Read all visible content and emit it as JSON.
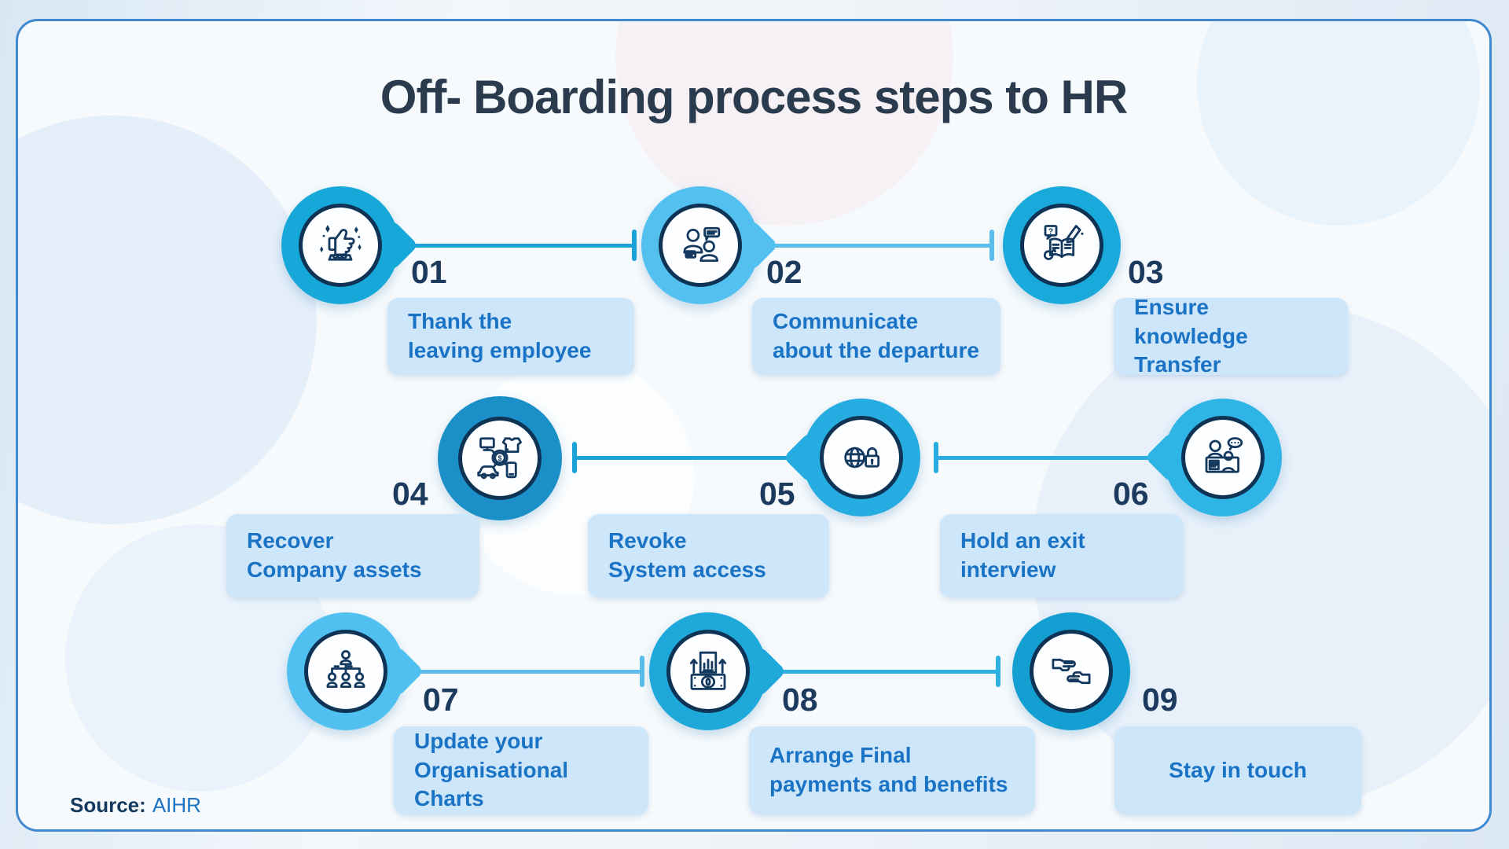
{
  "title": "Off- Boarding process steps to HR",
  "source": {
    "label": "Source:",
    "value": "AIHR"
  },
  "colors": {
    "card_border": "#4189cf",
    "box_bg": "#cde6fa",
    "box_text": "#1a73c4",
    "number_text": "#1b3a5e",
    "title_text": "#2a3b4d",
    "icon_stroke": "#14395f"
  },
  "steps": [
    {
      "number": "01",
      "line1": "Thank the",
      "line2": "leaving employee",
      "icon": "thumbs-up-celebration-icon",
      "ring_color": "#17a8da"
    },
    {
      "number": "02",
      "line1": "Communicate",
      "line2": "about the departure",
      "icon": "people-conversation-icon",
      "ring_color": "#52c1f0"
    },
    {
      "number": "03",
      "line1": "Ensure knowledge",
      "line2": "Transfer",
      "icon": "knowledge-book-icon",
      "ring_color": "#19a9db"
    },
    {
      "number": "04",
      "line1": "Recover",
      "line2": "Company assets",
      "icon": "company-assets-icon",
      "ring_color": "#1b90c8"
    },
    {
      "number": "05",
      "line1": "Revoke",
      "line2": "System access",
      "icon": "globe-lock-icon",
      "ring_color": "#25ace0"
    },
    {
      "number": "06",
      "line1": "Hold an exit",
      "line2": "interview",
      "icon": "exit-interview-icon",
      "ring_color": "#2fb4e6"
    },
    {
      "number": "07",
      "line1": "Update your",
      "line2": "Organisational Charts",
      "icon": "org-chart-icon",
      "ring_color": "#4fc0ef"
    },
    {
      "number": "08",
      "line1": "Arrange Final",
      "line2": "payments and benefits",
      "icon": "final-payments-icon",
      "ring_color": "#1fa9db"
    },
    {
      "number": "09",
      "line1": "Stay in touch",
      "line2": "",
      "icon": "handshake-icon",
      "ring_color": "#149fd3"
    }
  ],
  "connectors": [
    {
      "color": "#1ba3d7"
    },
    {
      "color": "#5bbdea"
    },
    {
      "color": "#1ba3d7"
    },
    {
      "color": "#29ade0"
    },
    {
      "color": "#5bbdea"
    },
    {
      "color": "#2fb0e2"
    }
  ]
}
